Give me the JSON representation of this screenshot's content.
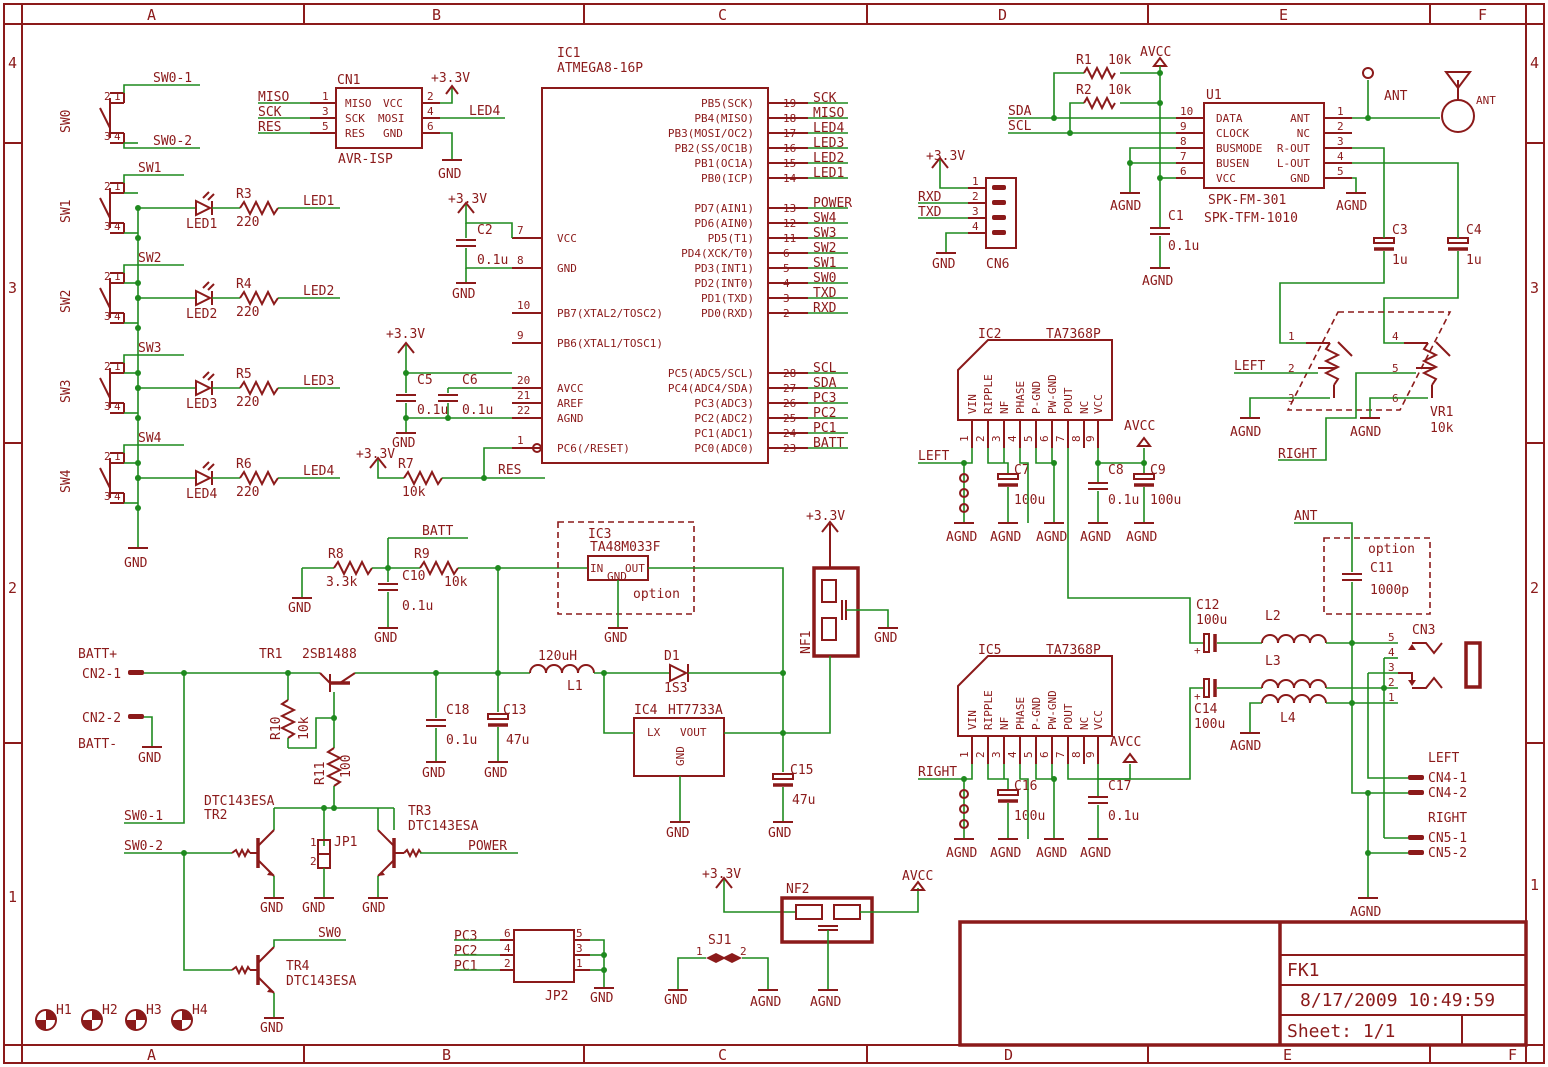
{
  "colors": {
    "component": "#8b1a1a",
    "wire": "#1f8a1f",
    "background": "#ffffff"
  },
  "frame": {
    "cols": [
      "A",
      "B",
      "C",
      "D",
      "E",
      "F"
    ],
    "rows": [
      "4",
      "3",
      "2",
      "1"
    ]
  },
  "titleblock": {
    "name": "FK1",
    "datetime": "8/17/2009 10:49:59",
    "sheet": "Sheet: 1/1"
  },
  "ic1": {
    "ref": "IC1",
    "part": "ATMEGA8-16P",
    "left": [
      {
        "pin": "7",
        "name": "VCC"
      },
      {
        "pin": "8",
        "name": "GND"
      },
      {
        "pin": "10",
        "name": "PB7(XTAL2/TOSC2)"
      },
      {
        "pin": "9",
        "name": "PB6(XTAL1/TOSC1)"
      },
      {
        "pin": "20",
        "name": "AVCC"
      },
      {
        "pin": "21",
        "name": "AREF"
      },
      {
        "pin": "22",
        "name": "AGND"
      },
      {
        "pin": "1",
        "name": "PC6(/RESET)"
      }
    ],
    "right": [
      {
        "pin": "19",
        "name": "PB5(SCK)",
        "net": "SCK"
      },
      {
        "pin": "18",
        "name": "PB4(MISO)",
        "net": "MISO"
      },
      {
        "pin": "17",
        "name": "PB3(MOSI/OC2)",
        "net": "LED4"
      },
      {
        "pin": "16",
        "name": "PB2(SS/OC1B)",
        "net": "LED3"
      },
      {
        "pin": "15",
        "name": "PB1(OC1A)",
        "net": "LED2"
      },
      {
        "pin": "14",
        "name": "PB0(ICP)",
        "net": "LED1"
      },
      {
        "pin": "13",
        "name": "PD7(AIN1)",
        "net": "POWER"
      },
      {
        "pin": "12",
        "name": "PD6(AIN0)",
        "net": "SW4"
      },
      {
        "pin": "11",
        "name": "PD5(T1)",
        "net": "SW3"
      },
      {
        "pin": "6",
        "name": "PD4(XCK/T0)",
        "net": "SW2"
      },
      {
        "pin": "5",
        "name": "PD3(INT1)",
        "net": "SW1"
      },
      {
        "pin": "4",
        "name": "PD2(INT0)",
        "net": "SW0"
      },
      {
        "pin": "3",
        "name": "PD1(TXD)",
        "net": "TXD"
      },
      {
        "pin": "2",
        "name": "PD0(RXD)",
        "net": "RXD"
      },
      {
        "pin": "28",
        "name": "PC5(ADC5/SCL)",
        "net": "SCL"
      },
      {
        "pin": "27",
        "name": "PC4(ADC4/SDA)",
        "net": "SDA"
      },
      {
        "pin": "26",
        "name": "PC3(ADC3)",
        "net": "PC3"
      },
      {
        "pin": "25",
        "name": "PC2(ADC2)",
        "net": "PC2"
      },
      {
        "pin": "24",
        "name": "PC1(ADC1)",
        "net": "PC1"
      },
      {
        "pin": "23",
        "name": "PC0(ADC0)",
        "net": "BATT"
      }
    ]
  },
  "cn1": {
    "ref": "CN1",
    "part": "AVR-ISP",
    "nets_left": [
      "MISO",
      "SCK",
      "RES"
    ],
    "pins_left": [
      "1",
      "3",
      "5"
    ],
    "names_left": [
      "MISO",
      "SCK",
      "RES"
    ],
    "names_right": [
      "VCC",
      "MOSI",
      "GND"
    ],
    "pins_right": [
      "2",
      "4",
      "6"
    ],
    "net_right": "LED4"
  },
  "switches": [
    {
      "ref": "SW0",
      "nets": [
        "SW0-1",
        "SW0-2"
      ]
    },
    {
      "ref": "SW1",
      "net": "SW1",
      "led": "LED1",
      "r": "R3",
      "rv": "220",
      "ledNet": "LED1"
    },
    {
      "ref": "SW2",
      "net": "SW2",
      "led": "LED2",
      "r": "R4",
      "rv": "220",
      "ledNet": "LED2"
    },
    {
      "ref": "SW3",
      "net": "SW3",
      "led": "LED3",
      "r": "R5",
      "rv": "220",
      "ledNet": "LED3"
    },
    {
      "ref": "SW4",
      "net": "SW4",
      "led": "LED4",
      "r": "R6",
      "rv": "220",
      "ledNet": "LED4"
    }
  ],
  "swpins": [
    "2",
    "1",
    "3",
    "4"
  ],
  "labels": {
    "v33": "+3.3V",
    "gnd": "GND",
    "agnd": "AGND",
    "avcc": "AVCC",
    "batt": "BATT",
    "res": "RES",
    "c2": "C2",
    "c2v": "0.1u",
    "c5": "C5",
    "c6": "C6",
    "c5v": "0.1u",
    "c6v": "0.1u",
    "r7": "R7",
    "r7v": "10k",
    "r8": "R8",
    "r8v": "3.3k",
    "r9": "R9",
    "r9v": "10k",
    "c10": "C10",
    "c10v": "0.1u",
    "ic3": "IC3",
    "ic3p": "TA48M033F",
    "ic3in": "IN",
    "ic3gnd": "GND",
    "ic3out": "OUT",
    "option": "option",
    "battp": "BATT+",
    "battm": "BATT-",
    "cn21": "CN2-1",
    "cn22": "CN2-2",
    "tr1": "TR1",
    "tr1p": "2SB1488",
    "r10": "R10",
    "r10v": "10k",
    "r11": "R11",
    "r11v": "100",
    "l1": "L1",
    "l1v": "120uH",
    "d1": "D1",
    "d1p": "1S3",
    "c18": "C18",
    "c18v": "0.1u",
    "c13": "C13",
    "c13v": "47u",
    "ic4": "IC4",
    "ic4p": "HT7733A",
    "ic4lx": "LX",
    "ic4vout": "VOUT",
    "ic4gnd": "GND",
    "c15": "C15",
    "c15v": "47u",
    "nf1": "NF1",
    "nf2": "NF2",
    "tr2": "TR2",
    "tr2p": "DTC143ESA",
    "tr3": "TR3",
    "tr3p": "DTC143ESA",
    "tr4": "TR4",
    "tr4p": "DTC143ESA",
    "jp1": "JP1",
    "sw01": "SW0-1",
    "sw02": "SW0-2",
    "sw0": "SW0",
    "power": "POWER",
    "jp2": "JP2",
    "pc3": "PC3",
    "pc2": "PC2",
    "pc1": "PC1",
    "sj1": "SJ1",
    "h1": "H1",
    "h2": "H2",
    "h3": "H3",
    "h4": "H4",
    "cn6": "CN6",
    "rxd": "RXD",
    "txd": "TXD",
    "r1": "R1",
    "r1v": "10k",
    "r2": "R2",
    "r2v": "10k",
    "sda": "SDA",
    "scl": "SCL",
    "u1": "U1",
    "u1p1": "SPK-FM-301",
    "u1p2": "SPK-TFM-1010",
    "c1": "C1",
    "c1v": "0.1u",
    "c3": "C3",
    "c3v": "1u",
    "c4": "C4",
    "c4v": "1u",
    "ant": "ANT",
    "vr1": "VR1",
    "vr1v": "10k",
    "left": "LEFT",
    "right": "RIGHT",
    "ic2": "IC2",
    "ic2p": "TA7368P",
    "ic5": "IC5",
    "ic5p": "TA7368P",
    "c7": "C7",
    "c7v": "100u",
    "c8": "C8",
    "c8v": "0.1u",
    "c9": "C9",
    "c9v": "100u",
    "c16": "C16",
    "c16v": "100u",
    "c17": "C17",
    "c17v": "0.1u",
    "c12": "C12",
    "c12v": "100u",
    "c14": "C14",
    "c14v": "100u",
    "l2": "L2",
    "l3": "L3",
    "l4": "L4",
    "c11": "C11",
    "c11v": "1000p",
    "cn3": "CN3",
    "cn41": "CN4-1",
    "cn42": "CN4-2",
    "cn51": "CN5-1",
    "cn52": "CN5-2"
  },
  "u1pins": {
    "left": [
      {
        "pin": "10",
        "name": "DATA"
      },
      {
        "pin": "9",
        "name": "CLOCK"
      },
      {
        "pin": "8",
        "name": "BUSMODE"
      },
      {
        "pin": "7",
        "name": "BUSEN"
      },
      {
        "pin": "6",
        "name": "VCC"
      }
    ],
    "right": [
      {
        "pin": "1",
        "name": "ANT"
      },
      {
        "pin": "2",
        "name": "NC"
      },
      {
        "pin": "3",
        "name": "R-OUT"
      },
      {
        "pin": "4",
        "name": "L-OUT"
      },
      {
        "pin": "5",
        "name": "GND"
      }
    ]
  },
  "ta7368pins": [
    "VIN",
    "RIPPLE",
    "NF",
    "PHASE",
    "P-GND",
    "PW-GND",
    "POUT",
    "NC",
    "VCC"
  ],
  "ta7368nums": [
    "1",
    "2",
    "3",
    "4",
    "5",
    "6",
    "7",
    "8",
    "9"
  ],
  "cn6pins": [
    "1",
    "2",
    "3",
    "4"
  ],
  "jp2pins": {
    "left": [
      "6",
      "4",
      "2"
    ],
    "right": [
      "5",
      "3",
      "1"
    ]
  },
  "cn3pins": [
    "5",
    "4",
    "3",
    "2",
    "1"
  ],
  "vr1pins": [
    "1",
    "2",
    "3",
    "4",
    "5",
    "6"
  ],
  "sj1pins": [
    "1",
    "2"
  ],
  "jp1pins": [
    "1",
    "2"
  ]
}
